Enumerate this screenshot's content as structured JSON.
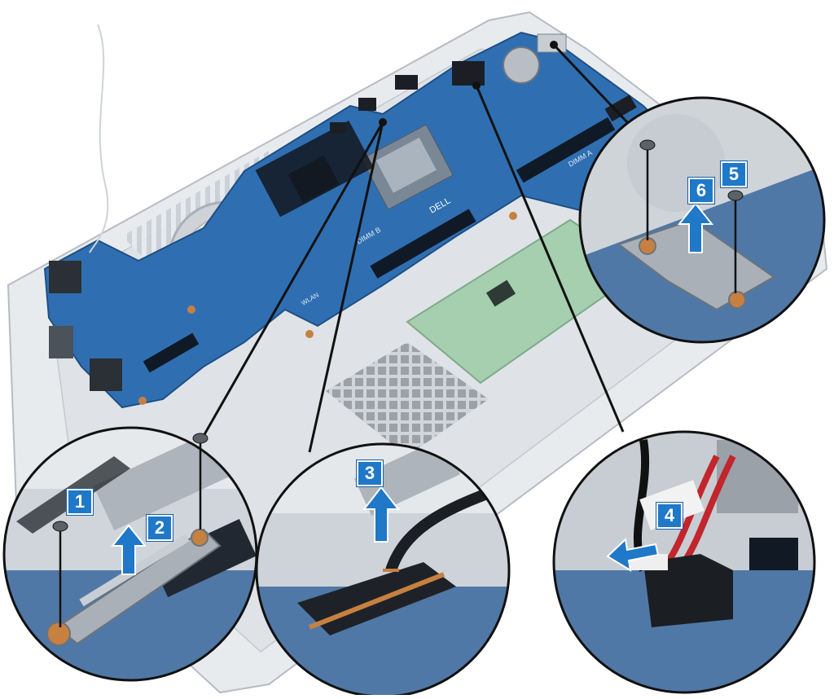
{
  "colors": {
    "accent_blue": "#1f78c8",
    "board_blue": "#2f6fb1",
    "board_dark": "#1f4f86",
    "chassis": "#d9dde2",
    "chassis_edge": "#b6bcc4",
    "copper": "#c6803f",
    "trackpad_green": "#8fc39a"
  },
  "callouts": [
    {
      "number": "1"
    },
    {
      "number": "2"
    },
    {
      "number": "3"
    },
    {
      "number": "4"
    },
    {
      "number": "5"
    },
    {
      "number": "6"
    }
  ],
  "board_labels": {
    "dimm_a": "DIMM A",
    "dimm_b": "DIMM B",
    "wlan": "WLAN",
    "brand": "DELL"
  },
  "icons": [
    "screw-icon",
    "arrow-up-icon",
    "arrow-left-icon"
  ]
}
